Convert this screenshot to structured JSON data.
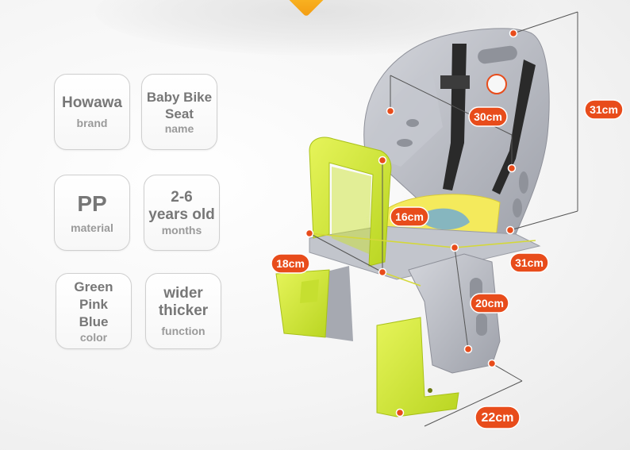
{
  "specs": [
    {
      "value": "Howawa",
      "label": "brand"
    },
    {
      "value": "Baby Bike\nSeat",
      "label": "name"
    },
    {
      "value": "PP",
      "label": "material"
    },
    {
      "value": "2-6\nyears old",
      "label": "months"
    },
    {
      "value": "Green\nPink\nBlue",
      "label": "color"
    },
    {
      "value": "wider\nthicker",
      "label": "function"
    }
  ],
  "dimensions": {
    "back_height": "31cm",
    "back_width": "30cm",
    "seat_depth": "16cm",
    "handle_width": "18cm",
    "seat_width": "31cm",
    "leg_height": "20cm",
    "foot_width": "22cm"
  },
  "colors": {
    "badge": "#e84c1b",
    "seat_gray": "#b4b7bf",
    "accent_green": "#d8ef3a",
    "seat_yellow": "#f4ea5c"
  }
}
